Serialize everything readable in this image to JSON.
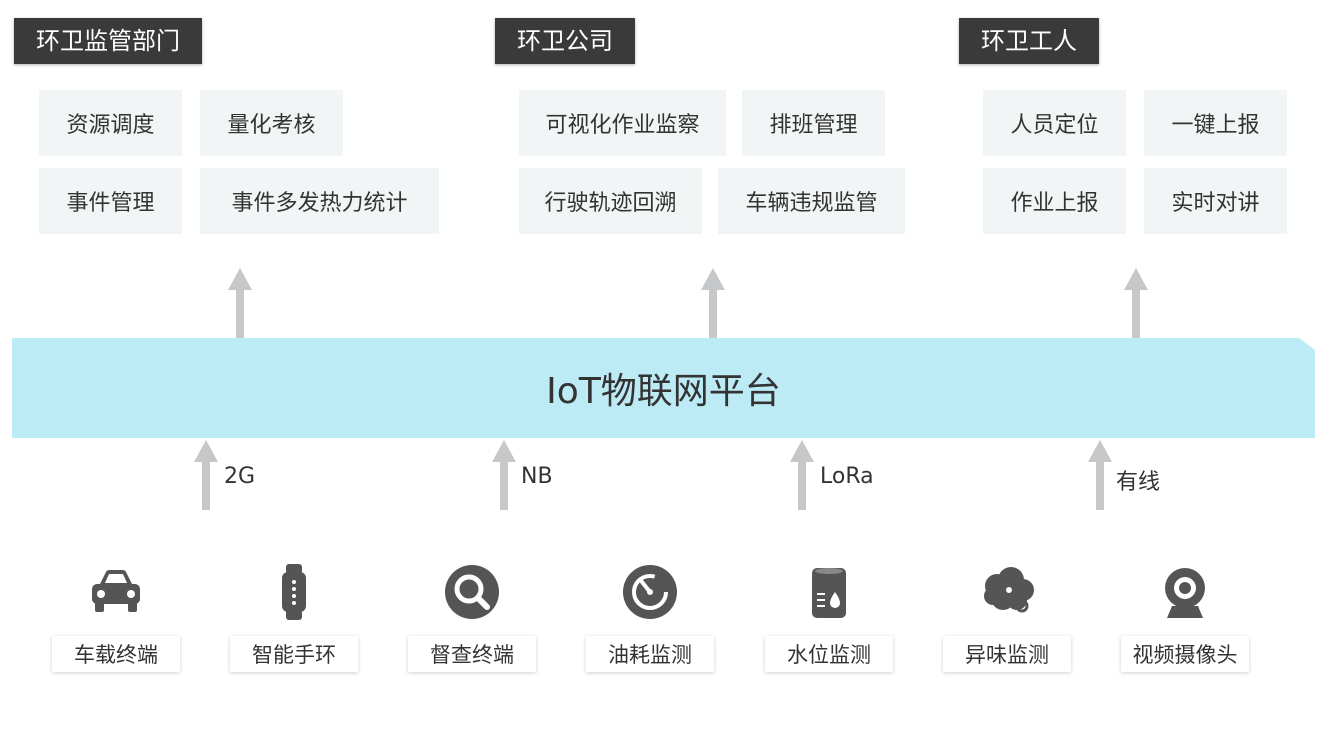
{
  "colors": {
    "tab_bg": "#3a3a3a",
    "platform_bg": "#bdebf5",
    "chip_bg": "#f2f5f6",
    "arrow": "#c5c7c8",
    "icon": "#555555"
  },
  "consumers": [
    {
      "title": "环卫监管部门",
      "items": [
        "资源调度",
        "量化考核",
        "事件管理",
        "事件多发热力统计"
      ]
    },
    {
      "title": "环卫公司",
      "items": [
        "可视化作业监察",
        "排班管理",
        "行驶轨迹回溯",
        "车辆违规监管"
      ]
    },
    {
      "title": "环卫工人",
      "items": [
        "人员定位",
        "一键上报",
        "作业上报",
        "实时对讲"
      ]
    }
  ],
  "platform": {
    "label": "IoT物联网平台"
  },
  "protocols": [
    "2G",
    "NB",
    "LoRa",
    "有线"
  ],
  "devices": [
    {
      "label": "车载终端",
      "icon": "car-icon"
    },
    {
      "label": "智能手环",
      "icon": "wristband-icon"
    },
    {
      "label": "督查终端",
      "icon": "magnifier-icon"
    },
    {
      "label": "油耗监测",
      "icon": "gauge-icon"
    },
    {
      "label": "水位监测",
      "icon": "water-tank-icon"
    },
    {
      "label": "异味监测",
      "icon": "odor-cloud-icon"
    },
    {
      "label": "视频摄像头",
      "icon": "webcam-icon"
    }
  ]
}
